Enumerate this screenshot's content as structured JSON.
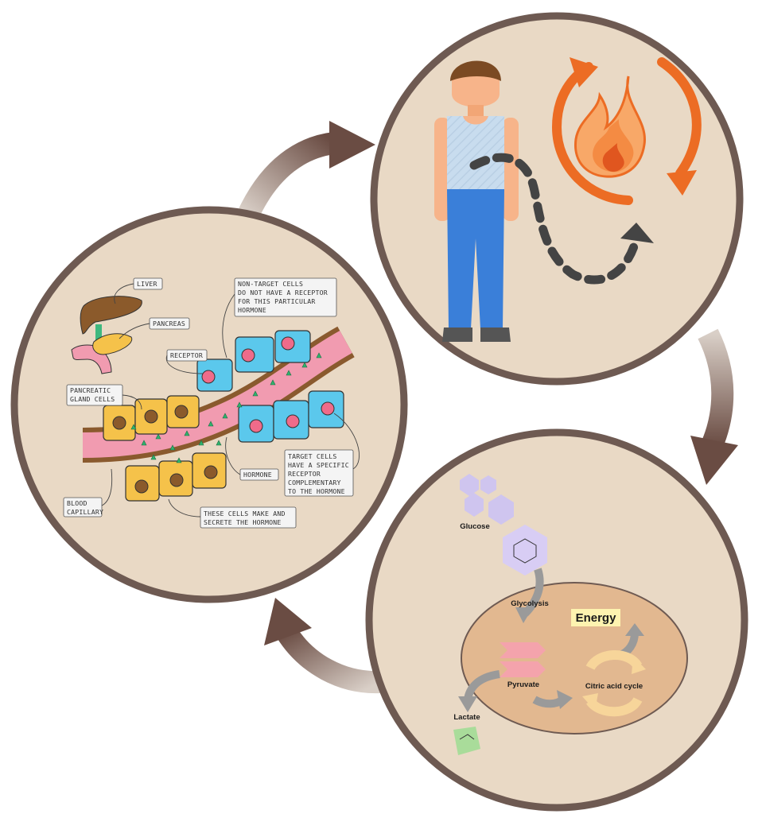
{
  "diagram": {
    "endocrine": {
      "labels": {
        "liver": "LIVER",
        "pancreas": "PANCREAS",
        "receptor": "RECEPTOR",
        "pancreatic_1": "PANCREATIC",
        "pancreatic_2": "GLAND  CELLS",
        "nontarget_1": "NON-TARGET  CELLS",
        "nontarget_2": "DO  NOT  HAVE  A  RECEPTOR",
        "nontarget_3": "FOR  THIS  PARTICULAR",
        "nontarget_4": "HORMONE",
        "hormone": "HORMONE",
        "target_1": "TARGET  CELLS",
        "target_2": "HAVE  A  SPECIFIC",
        "target_3": "RECEPTOR",
        "target_4": "COMPLEMENTARY",
        "target_5": "TO  THE  HORMONE",
        "blood_1": "BLOOD",
        "blood_2": "CAPILLARY",
        "secrete_1": "THESE  CELLS  MAKE  AND",
        "secrete_2": "SECRETE  THE  HORMONE"
      }
    },
    "metabolism": {
      "glucose": "Glucose",
      "glycolysis": "Glycolysis",
      "energy": "Energy",
      "pyruvate": "Pyruvate",
      "citric": "Citric acid cycle",
      "lactate": "Lactate"
    },
    "colors": {
      "circle_fill": "#e9d9c5",
      "circle_border": "#6e5a52",
      "arrow": "#7a5d54",
      "fire_orange": "#ec6c24",
      "pants_blue": "#3a7fd9",
      "capillary_pink": "#f19bb0"
    }
  }
}
